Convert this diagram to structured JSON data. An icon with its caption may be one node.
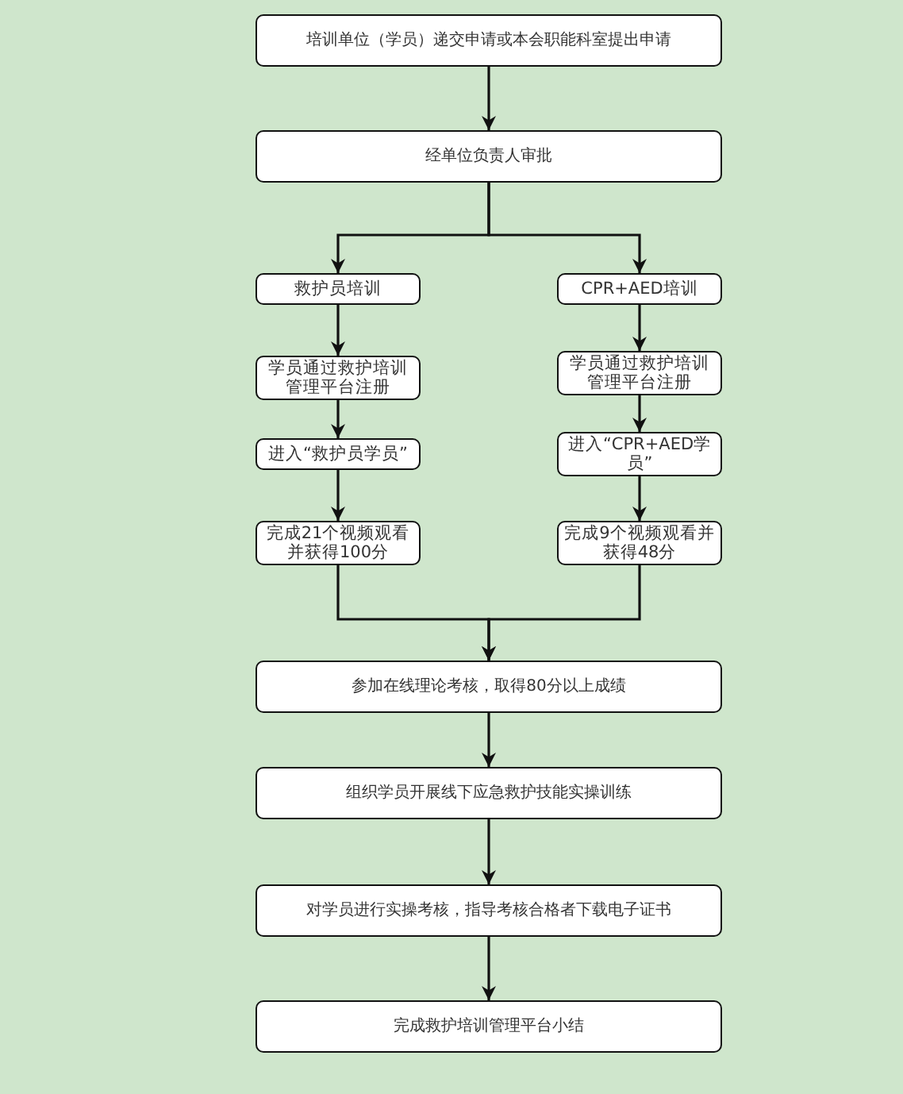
{
  "diagram": {
    "nodes": [
      {
        "text": [
          "培训单位（学员）递交申请或本会职能科室提出申请"
        ]
      },
      {
        "text": [
          "经单位负责人审批"
        ]
      },
      {
        "text": [
          "救护员培训"
        ]
      },
      {
        "text": [
          "CPR+AED培训"
        ]
      },
      {
        "text": [
          "学员通过救护培训管理平台注册"
        ]
      },
      {
        "text": [
          "学员通过救护培训管理平台注册"
        ]
      },
      {
        "text": [
          "进入“救护员学员”"
        ]
      },
      {
        "text": [
          "进入“CPR+AED学员”"
        ]
      },
      {
        "text": [
          "完成21个视频观看并获得100分"
        ]
      },
      {
        "text": [
          "完成9个视频观看并获得48分"
        ]
      },
      {
        "text": [
          "参加在线理论考核，取得80分以上成绩"
        ]
      },
      {
        "text": [
          "组织学员开展线下应急救护技能实操训练"
        ]
      },
      {
        "text": [
          "对学员进行实操考核，指导考核合格者下载电子证书"
        ]
      },
      {
        "text": [
          "完成救护培训管理平台小结"
        ]
      }
    ],
    "edges": [
      {
        "from": 0,
        "to": 1,
        "arrow": "to"
      },
      {
        "from": 1,
        "to": 2,
        "arrow": "to"
      },
      {
        "from": 1,
        "to": 3,
        "arrow": "to"
      },
      {
        "from": 2,
        "to": 4,
        "arrow": "to"
      },
      {
        "from": 4,
        "to": 6,
        "arrow": "to"
      },
      {
        "from": 6,
        "to": 8,
        "arrow": "to"
      },
      {
        "from": 3,
        "to": 5,
        "arrow": "to"
      },
      {
        "from": 5,
        "to": 7,
        "arrow": "to"
      },
      {
        "from": 7,
        "to": 9,
        "arrow": "to"
      },
      {
        "from": 8,
        "to": 10,
        "arrow": "to"
      },
      {
        "from": 9,
        "to": 10,
        "arrow": "to"
      },
      {
        "from": 10,
        "to": 11,
        "arrow": "to"
      },
      {
        "from": 11,
        "to": 12,
        "arrow": "to"
      },
      {
        "from": 12,
        "to": 13,
        "arrow": "to"
      }
    ]
  }
}
